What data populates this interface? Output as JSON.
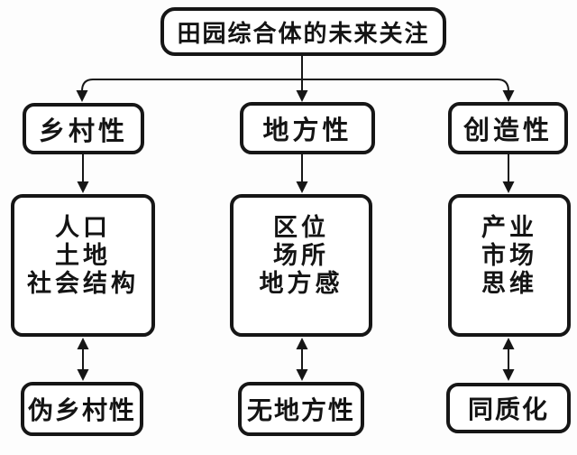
{
  "diagram": {
    "background_color": "#ffffff",
    "stroke_color": "#161616",
    "title": "田园综合体的未来关注",
    "columns": [
      {
        "branch": "乡村性",
        "factors": [
          "人口",
          "土地",
          "社会结构"
        ],
        "outcome": "伪乡村性"
      },
      {
        "branch": "地方性",
        "factors": [
          "区位",
          "场所",
          "地方感"
        ],
        "outcome": "无地方性"
      },
      {
        "branch": "创造性",
        "factors": [
          "产业",
          "市场",
          "思维"
        ],
        "outcome": "同质化"
      }
    ]
  }
}
